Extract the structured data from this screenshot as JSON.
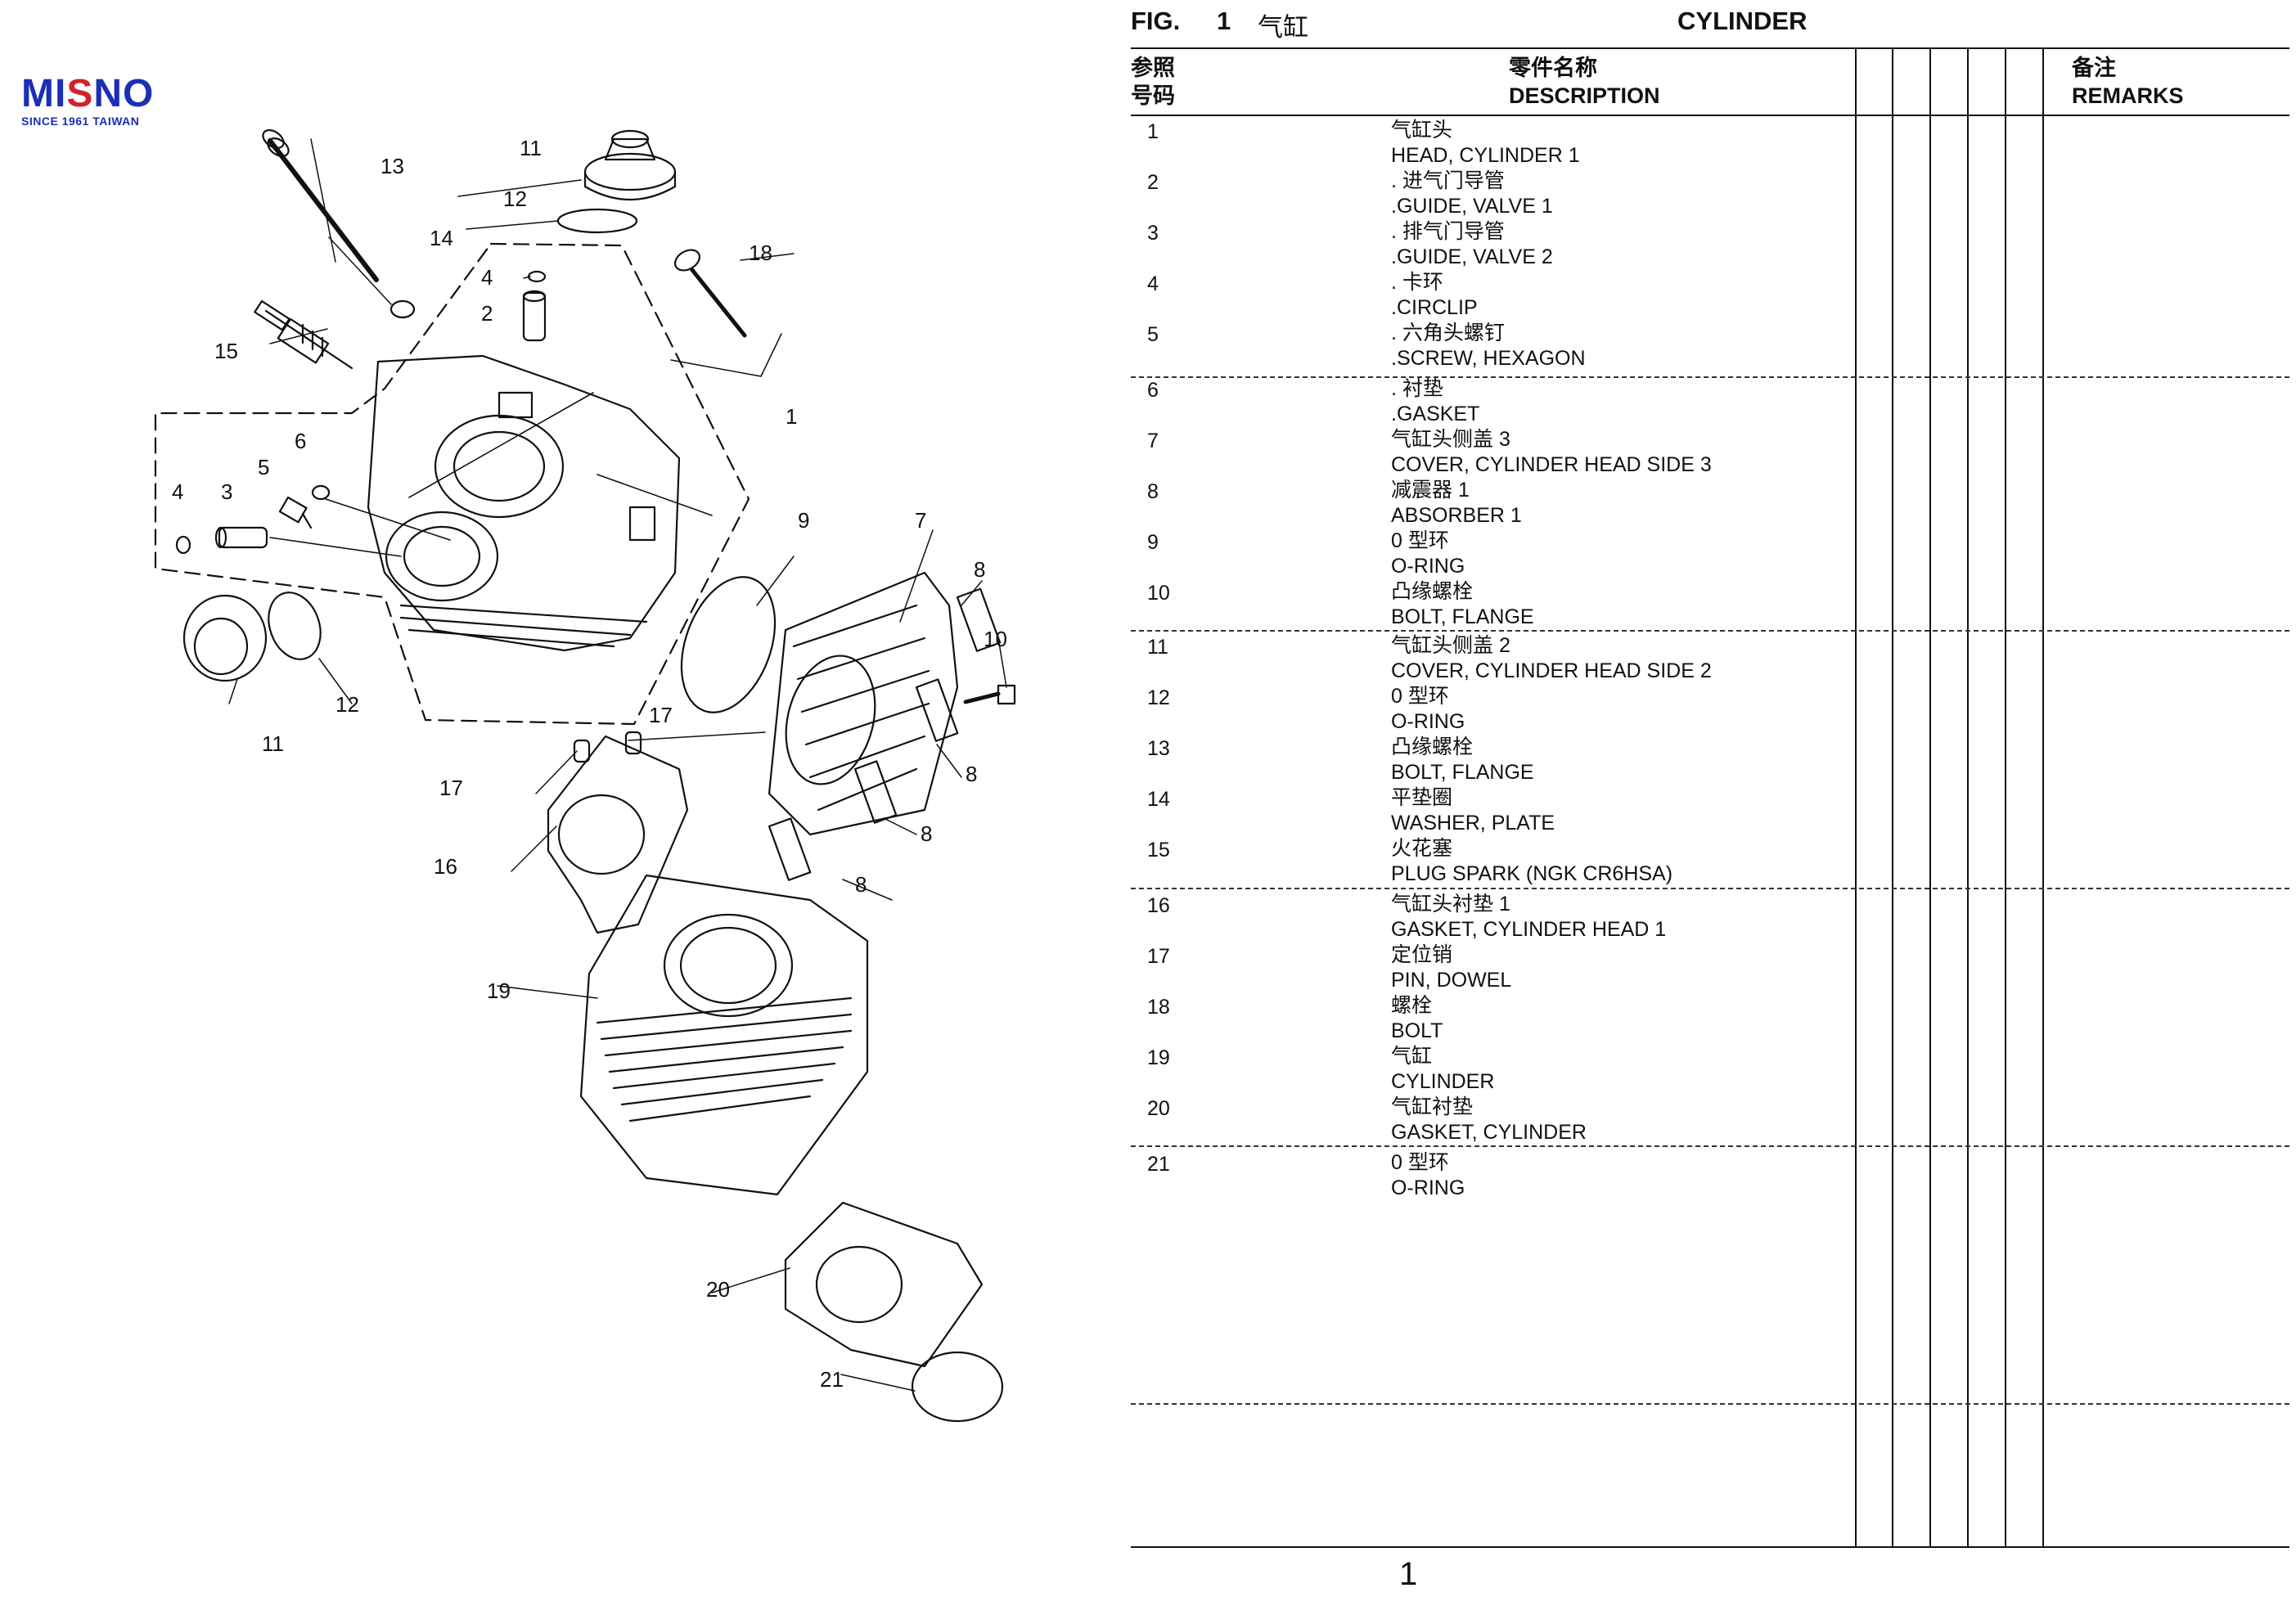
{
  "logo": {
    "brand_a": "MI",
    "brand_b": "S",
    "brand_c": "NO",
    "since": "SINCE 1961 TAIWAN"
  },
  "figure": {
    "prefix": "FIG.",
    "number": "1",
    "name_cn": "气缸",
    "name_en": "CYLINDER"
  },
  "table": {
    "ref_header_cn": "参照",
    "ref_header_cn2": "号码",
    "desc_header_cn": "零件名称",
    "desc_header_en": "DESCRIPTION",
    "remarks_header_cn": "备注",
    "remarks_header_en": "REMARKS",
    "rows": [
      {
        "ref": "1",
        "cn": "气缸头",
        "en": "HEAD, CYLINDER 1"
      },
      {
        "ref": "2",
        "cn": ". 进气门导管",
        "en": ".GUIDE, VALVE 1"
      },
      {
        "ref": "3",
        "cn": ". 排气门导管",
        "en": ".GUIDE, VALVE 2"
      },
      {
        "ref": "4",
        "cn": ". 卡环",
        "en": ".CIRCLIP"
      },
      {
        "ref": "5",
        "cn": ". 六角头螺钉",
        "en": ".SCREW, HEXAGON"
      },
      {
        "ref": "6",
        "cn": ". 衬垫",
        "en": ".GASKET"
      },
      {
        "ref": "7",
        "cn": "气缸头侧盖 3",
        "en": "COVER, CYLINDER HEAD SIDE 3"
      },
      {
        "ref": "8",
        "cn": "减震器 1",
        "en": "ABSORBER 1"
      },
      {
        "ref": "9",
        "cn": "0 型环",
        "en": "O-RING"
      },
      {
        "ref": "10",
        "cn": "凸缘螺栓",
        "en": "BOLT, FLANGE"
      },
      {
        "ref": "11",
        "cn": "气缸头侧盖 2",
        "en": "COVER, CYLINDER HEAD SIDE 2"
      },
      {
        "ref": "12",
        "cn": "0 型环",
        "en": "O-RING"
      },
      {
        "ref": "13",
        "cn": "凸缘螺栓",
        "en": "BOLT, FLANGE"
      },
      {
        "ref": "14",
        "cn": "平垫圈",
        "en": "WASHER, PLATE"
      },
      {
        "ref": "15",
        "cn": "火花塞",
        "en": "PLUG SPARK (NGK CR6HSA)"
      },
      {
        "ref": "16",
        "cn": "气缸头衬垫 1",
        "en": "GASKET, CYLINDER HEAD 1"
      },
      {
        "ref": "17",
        "cn": "定位销",
        "en": "PIN, DOWEL"
      },
      {
        "ref": "18",
        "cn": "螺栓",
        "en": "BOLT"
      },
      {
        "ref": "19",
        "cn": "气缸",
        "en": "CYLINDER"
      },
      {
        "ref": "20",
        "cn": "气缸衬垫",
        "en": "GASKET, CYLINDER"
      },
      {
        "ref": "21",
        "cn": "0 型环",
        "en": "O-RING"
      }
    ]
  },
  "diagram_labels": [
    "1",
    "2",
    "3",
    "4",
    "4",
    "5",
    "6",
    "7",
    "8",
    "8",
    "8",
    "8",
    "9",
    "10",
    "11",
    "11",
    "12",
    "12",
    "13",
    "14",
    "15",
    "16",
    "17",
    "17",
    "18",
    "19",
    "20",
    "21"
  ],
  "page_number": "1",
  "colors": {
    "brand_blue": "#1c2fb5",
    "brand_red": "#d2232a",
    "ink": "#111111"
  }
}
